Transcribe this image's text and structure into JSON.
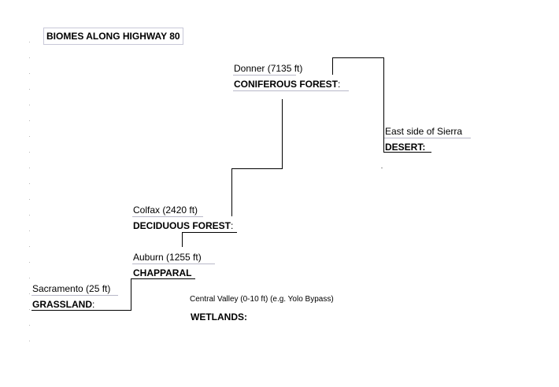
{
  "title": "BIOMES ALONG HIGHWAY 80",
  "stops": [
    {
      "location": "Sacramento (25 ft)",
      "biome": "GRASSLAND",
      "suffix": ":"
    },
    {
      "location": "Auburn (1255 ft)",
      "biome": "CHAPPARAL",
      "suffix": ""
    },
    {
      "location": "Colfax (2420 ft)",
      "biome": "DECIDUOUS FOREST",
      "suffix": ":"
    },
    {
      "location": "Donner (7135 ft)",
      "biome": "CONIFEROUS FOREST",
      "suffix": ":"
    },
    {
      "location": "East side of Sierra",
      "biome": "DESERT:",
      "suffix": ""
    }
  ],
  "side_note": {
    "location": "Central Valley (0-10 ft) (e.g. Yolo Bypass)",
    "biome": "WETLANDS:"
  }
}
